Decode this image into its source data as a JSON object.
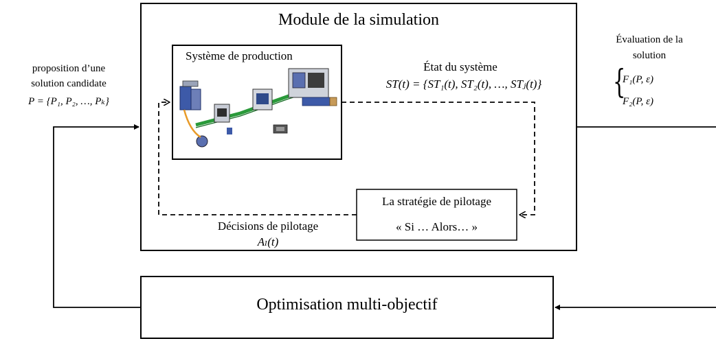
{
  "simulation_module": {
    "title": "Module de la simulation"
  },
  "production_system": {
    "title": "Système de production",
    "image_name": "production-line-illustration"
  },
  "system_state": {
    "label": "État du système",
    "formula": "ST(t) = {ST₁(t), ST₂(t), …, STⱼ(t)}"
  },
  "strategy": {
    "title": "La stratégie de pilotage",
    "rule": "« Si … Alors… »"
  },
  "decisions": {
    "label": "Décisions de pilotage",
    "formula": "Aₗ(t)"
  },
  "candidate": {
    "line1": "proposition d’une",
    "line2": "solution candidate",
    "formula": "P = {P₁, P₂, …, Pₖ}"
  },
  "evaluation": {
    "line1": "Évaluation de la",
    "line2": "solution",
    "f1": "F₁(P, ε)",
    "f2": "F₂(P, ε)"
  },
  "optimization": {
    "title": "Optimisation multi-objectif"
  }
}
